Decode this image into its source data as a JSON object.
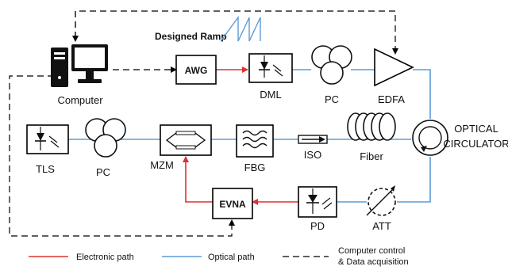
{
  "labels": {
    "computer": "Computer",
    "designed_ramp": "Designed Ramp",
    "awg": "AWG",
    "dml": "DML",
    "pc_top": "PC",
    "edfa": "EDFA",
    "tls": "TLS",
    "pc_mid": "PC",
    "mzm": "MZM",
    "fbg": "FBG",
    "iso": "ISO",
    "fiber": "Fiber",
    "circulator_line1": "OPTICAL",
    "circulator_line2": "CIRCULATOR",
    "evna": "EVNA",
    "pd": "PD",
    "att": "ATT"
  },
  "legend": {
    "electronic": "Electronic path",
    "optical": "Optical path",
    "computer_line1": "Computer control",
    "computer_line2": "& Data acquisition"
  },
  "colors": {
    "electronic_path": "#e03030",
    "optical_path": "#5b9bd5",
    "control_path": "#000000"
  }
}
